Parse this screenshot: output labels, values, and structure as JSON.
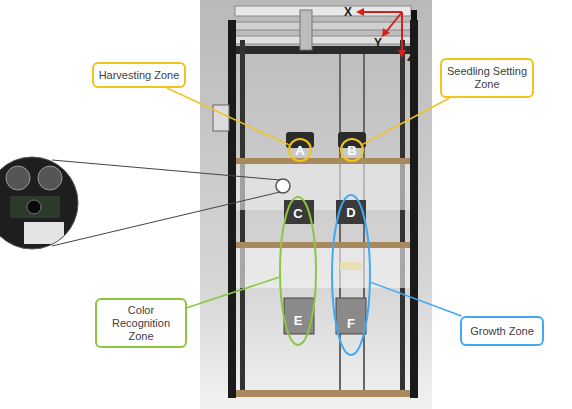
{
  "diagram": {
    "nodes": [
      {
        "text": [
          "Harvesting Zone"
        ]
      },
      {
        "text": [
          "A"
        ]
      },
      {
        "text": [
          "B"
        ]
      },
      {
        "text": [
          "Seedling Setting Zone"
        ]
      },
      {
        "text": [
          "C",
          "E"
        ]
      },
      {
        "text": [
          "D",
          "F"
        ]
      },
      {
        "text": [
          "Color Recognition Zone"
        ]
      },
      {
        "text": [
          "Growth Zone"
        ]
      }
    ],
    "edges": [
      {
        "from": 0,
        "to": 1,
        "arrow": "none"
      },
      {
        "from": 3,
        "to": 2,
        "arrow": "none"
      },
      {
        "from": 6,
        "to": 4,
        "arrow": "none"
      },
      {
        "from": 7,
        "to": 5,
        "arrow": "none"
      }
    ],
    "labels": [
      "X",
      "Y",
      "Z"
    ]
  }
}
